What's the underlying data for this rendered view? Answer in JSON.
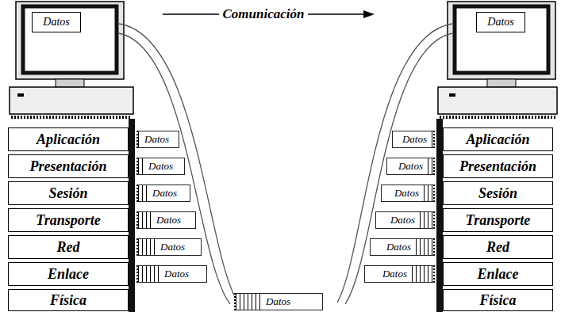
{
  "diagram": {
    "nodes": [
      {
        "text": [
          "Datos"
        ]
      },
      {
        "text": [
          "Datos"
        ]
      },
      {
        "text": [
          "Aplicación"
        ]
      },
      {
        "text": [
          "Datos"
        ]
      },
      {
        "text": [
          "Datos"
        ]
      },
      {
        "text": [
          "Aplicación"
        ]
      },
      {
        "text": [
          "Presentación"
        ]
      },
      {
        "text": [
          "Datos"
        ]
      },
      {
        "text": [
          "Datos"
        ]
      },
      {
        "text": [
          "Presentación"
        ]
      },
      {
        "text": [
          "Sesión"
        ]
      },
      {
        "text": [
          "Datos"
        ]
      },
      {
        "text": [
          "Datos"
        ]
      },
      {
        "text": [
          "Sesión"
        ]
      },
      {
        "text": [
          "Transporte"
        ]
      },
      {
        "text": [
          "Datos"
        ]
      },
      {
        "text": [
          "Datos"
        ]
      },
      {
        "text": [
          "Transporte"
        ]
      },
      {
        "text": [
          "Red"
        ]
      },
      {
        "text": [
          "Datos"
        ]
      },
      {
        "text": [
          "Datos"
        ]
      },
      {
        "text": [
          "Red"
        ]
      },
      {
        "text": [
          "Enlace"
        ]
      },
      {
        "text": [
          "Datos"
        ]
      },
      {
        "text": [
          "Datos"
        ]
      },
      {
        "text": [
          "Enlace"
        ]
      },
      {
        "text": [
          "Física"
        ]
      },
      {
        "text": [
          "Datos"
        ]
      },
      {
        "text": [
          "Física"
        ]
      }
    ],
    "labels": [
      "Comunicación"
    ]
  }
}
